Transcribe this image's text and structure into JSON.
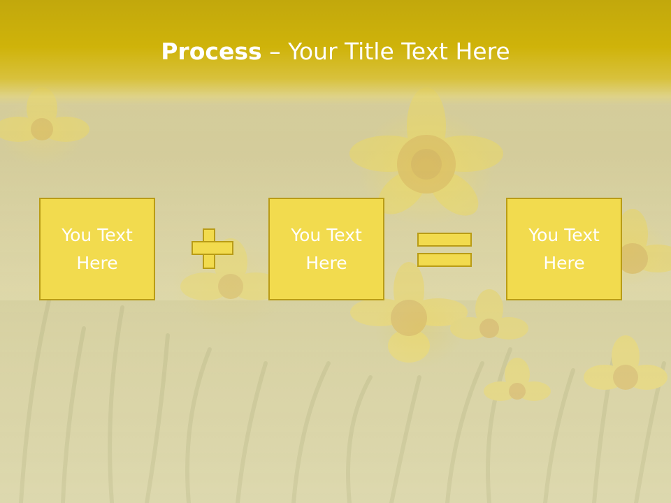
{
  "slide": {
    "title_bold": "Process",
    "title_rest": " – Your Title Text Here",
    "boxes": [
      {
        "text": "You Text Here"
      },
      {
        "text": "You Text Here"
      },
      {
        "text": "You Text Here"
      }
    ],
    "operators": [
      "plus",
      "equals"
    ],
    "colors": {
      "title_band": "#cfb30a",
      "box_fill": "#f2db4e",
      "box_border": "#b99c16",
      "text": "#ffffff"
    }
  },
  "background": {
    "subject": "daffodils-photo"
  }
}
